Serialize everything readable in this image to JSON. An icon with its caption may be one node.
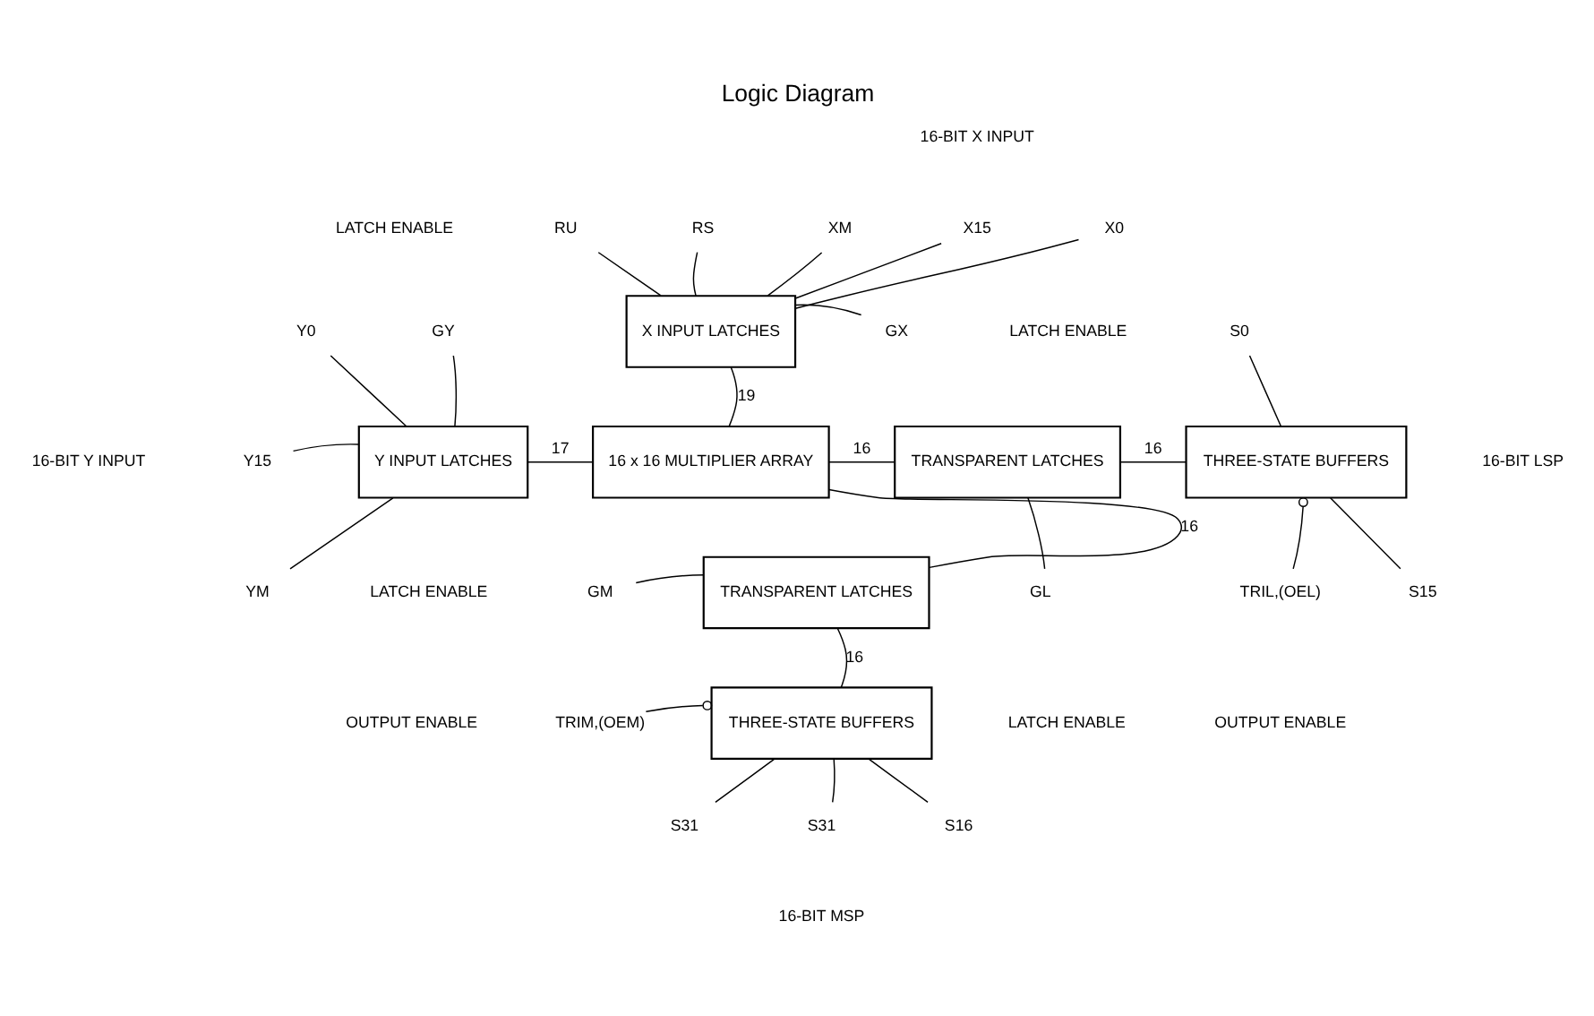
{
  "diagram": {
    "title": "Logic Diagram",
    "nodes": [
      {
        "text": [
          "X INPUT LATCHES"
        ]
      },
      {
        "text": [
          "Y INPUT LATCHES"
        ]
      },
      {
        "text": [
          "16 x 16 MULTIPLIER ARRAY"
        ]
      },
      {
        "text": [
          "TRANSPARENT LATCHES"
        ]
      },
      {
        "text": [
          "THREE-STATE BUFFERS"
        ]
      },
      {
        "text": [
          "TRANSPARENT LATCHES"
        ]
      },
      {
        "text": [
          "THREE-STATE BUFFERS"
        ]
      },
      {
        "text": [
          "RU"
        ]
      },
      {
        "text": [
          "RS"
        ]
      },
      {
        "text": [
          "XM"
        ]
      },
      {
        "text": [
          "X15"
        ]
      },
      {
        "text": [
          "X0"
        ]
      },
      {
        "text": [
          "GX"
        ]
      },
      {
        "text": [
          "GY"
        ]
      },
      {
        "text": [
          "Y0"
        ]
      },
      {
        "text": [
          "Y15"
        ]
      },
      {
        "text": [
          "YM"
        ]
      },
      {
        "text": [
          "GL"
        ]
      },
      {
        "text": [
          "TRIL,(OEL)"
        ]
      },
      {
        "text": [
          "S0"
        ]
      },
      {
        "text": [
          "S15"
        ]
      },
      {
        "text": [
          "GM"
        ]
      },
      {
        "text": [
          "TRIM,(OEM)"
        ]
      },
      {
        "text": [
          "S31"
        ]
      },
      {
        "text": [
          "S31"
        ]
      },
      {
        "text": [
          "S16"
        ]
      }
    ],
    "edges": [
      {
        "from": 7,
        "to": 0,
        "arrow": "none"
      },
      {
        "from": 8,
        "to": 0,
        "arrow": "none"
      },
      {
        "from": 9,
        "to": 0,
        "arrow": "none"
      },
      {
        "from": 10,
        "to": 0,
        "arrow": "none"
      },
      {
        "from": 11,
        "to": 0,
        "arrow": "none"
      },
      {
        "from": 0,
        "to": 12,
        "arrow": "none"
      },
      {
        "from": 13,
        "to": 1,
        "arrow": "none"
      },
      {
        "from": 14,
        "to": 1,
        "arrow": "none"
      },
      {
        "from": 15,
        "to": 1,
        "arrow": "none"
      },
      {
        "from": 16,
        "to": 1,
        "arrow": "none"
      },
      {
        "from": 0,
        "to": 2,
        "arrow": "none",
        "label": "19"
      },
      {
        "from": 1,
        "to": 2,
        "arrow": "none",
        "label": "17"
      },
      {
        "from": 2,
        "to": 3,
        "arrow": "none",
        "label": "16"
      },
      {
        "from": 3,
        "to": 4,
        "arrow": "none",
        "label": "16"
      },
      {
        "from": 2,
        "to": 5,
        "arrow": "none",
        "label": "16"
      },
      {
        "from": 5,
        "to": 6,
        "arrow": "none",
        "label": "16"
      },
      {
        "from": 3,
        "to": 17,
        "arrow": "none"
      },
      {
        "from": 18,
        "to": 4,
        "arrow": "other"
      },
      {
        "from": 4,
        "to": 19,
        "arrow": "none"
      },
      {
        "from": 4,
        "to": 20,
        "arrow": "none"
      },
      {
        "from": 21,
        "to": 5,
        "arrow": "none"
      },
      {
        "from": 22,
        "to": 6,
        "arrow": "other"
      },
      {
        "from": 6,
        "to": 23,
        "arrow": "none"
      },
      {
        "from": 6,
        "to": 24,
        "arrow": "none"
      },
      {
        "from": 6,
        "to": 25,
        "arrow": "none"
      }
    ],
    "labels": [
      "16-BIT X INPUT",
      "LATCH ENABLE",
      "LATCH ENABLE",
      "16-BIT Y INPUT",
      "16-BIT LSP",
      "LATCH ENABLE",
      "LATCH ENABLE",
      "OUTPUT ENABLE",
      "OUTPUT ENABLE",
      "16-BIT MSP"
    ]
  }
}
